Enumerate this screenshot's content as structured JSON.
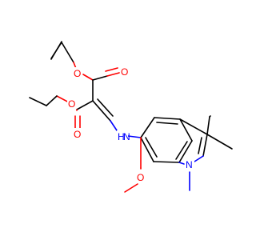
{
  "structure": {
    "atoms": {
      "o_ester1_ether": "O",
      "o_ester1_carbonyl": "O",
      "o_ester2_ether": "O",
      "o_ester2_carbonyl": "O",
      "nh": "H",
      "nh_n": "N",
      "o_methoxy": "O",
      "n_indole": "N"
    },
    "colors": {
      "carbon_bond": "#000000",
      "oxygen": "#ff0000",
      "nitrogen": "#0000ff"
    }
  }
}
